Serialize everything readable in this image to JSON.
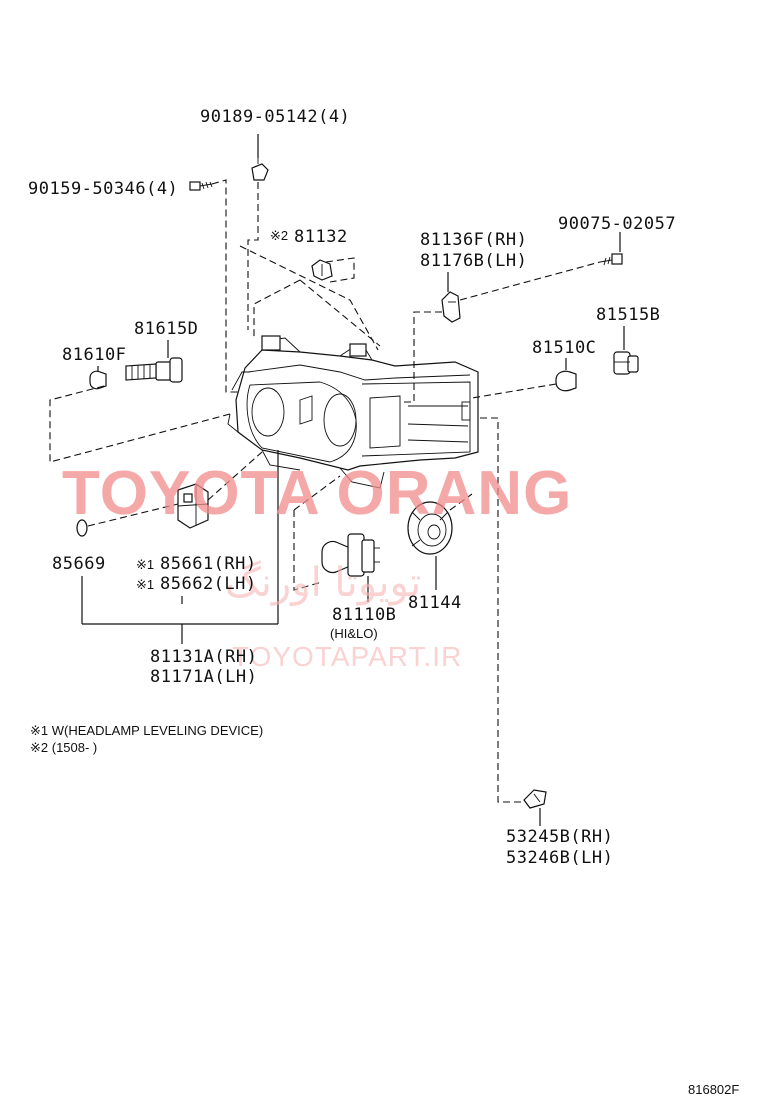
{
  "parts": {
    "p90189": "90189-05142(4)",
    "p90159": "90159-50346(4)",
    "p81132_mark": "※2",
    "p81132": "81132",
    "p81136": "81136F(RH)",
    "p81176": "81176B(LH)",
    "p90075": "90075-02057",
    "p81615": "81615D",
    "p81610": "81610F",
    "p81515": "81515B",
    "p81510": "81510C",
    "p85669": "85669",
    "p85661_mark": "※1",
    "p85661": "85661(RH)",
    "p85662_mark": "※1",
    "p85662": "85662(LH)",
    "p81110": "81110B",
    "p81110_sub": "(HI&LO)",
    "p81144": "81144",
    "p81131": "81131A(RH)",
    "p81171": "81171A(LH)",
    "p53245": "53245B(RH)",
    "p53246": "53246B(LH)"
  },
  "notes": {
    "note1": "※1  W(HEADLAMP LEVELING DEVICE)",
    "note2": "※2  (1508-      )"
  },
  "watermark": {
    "brand": "TOYOTA ORANG",
    "arabic": "تویوتا اورنگ",
    "url": "TOYOTAPART.IR"
  },
  "illustration_ref": "816802F",
  "colors": {
    "line": "#111111",
    "watermark": "#f28b8b"
  }
}
